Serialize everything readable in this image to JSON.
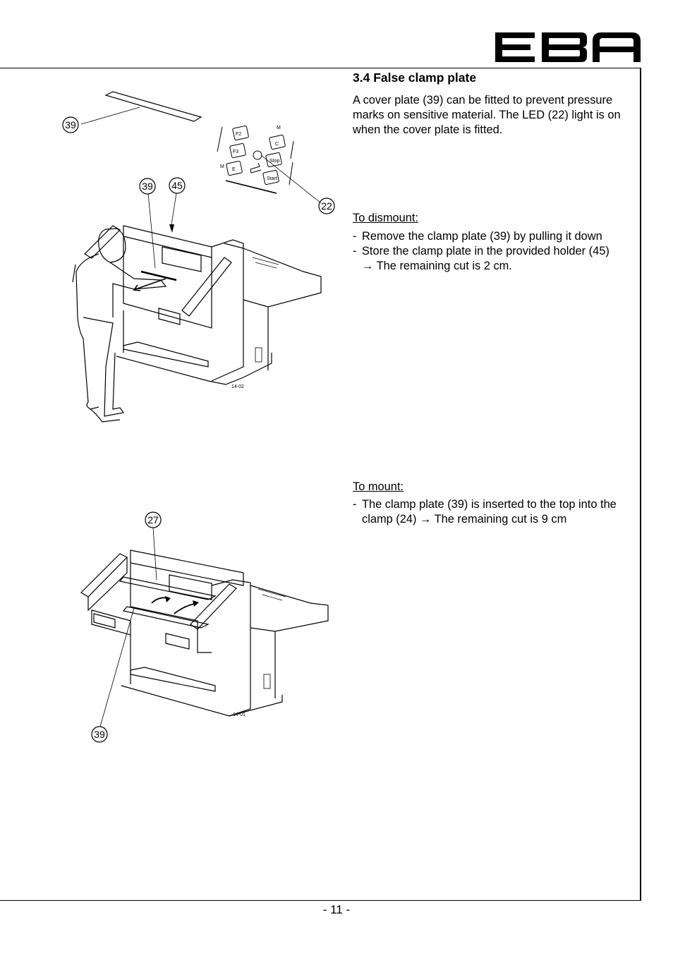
{
  "logo": {
    "text": "EBA"
  },
  "section": {
    "title": "3.4 False clamp plate"
  },
  "intro": "A cover plate (39) can be fitted to prevent pressure marks on sensitive material. The LED (22) light is on when the cover plate is fitted.",
  "dismount": {
    "heading": "To dismount:",
    "steps": [
      "Remove the clamp plate (39) by pulling it down",
      "Store the clamp plate in the provided holder (45)"
    ],
    "result": "→ The remaining cut is 2 cm."
  },
  "mount": {
    "heading": "To mount:",
    "steps": [
      "The clamp plate (39) is inserted to the top into the clamp (24) → The remaining cut is 9 cm"
    ]
  },
  "figure_top": {
    "callouts": [
      "39",
      "39",
      "45",
      "22"
    ],
    "keys": [
      "F2",
      "F3",
      "M",
      "E",
      "C",
      "Stop",
      "Start",
      "M"
    ],
    "code": "14-02"
  },
  "figure_bottom": {
    "callouts": [
      "27",
      "39"
    ],
    "code": "14-01"
  },
  "footer": {
    "page": "- 11 -"
  }
}
